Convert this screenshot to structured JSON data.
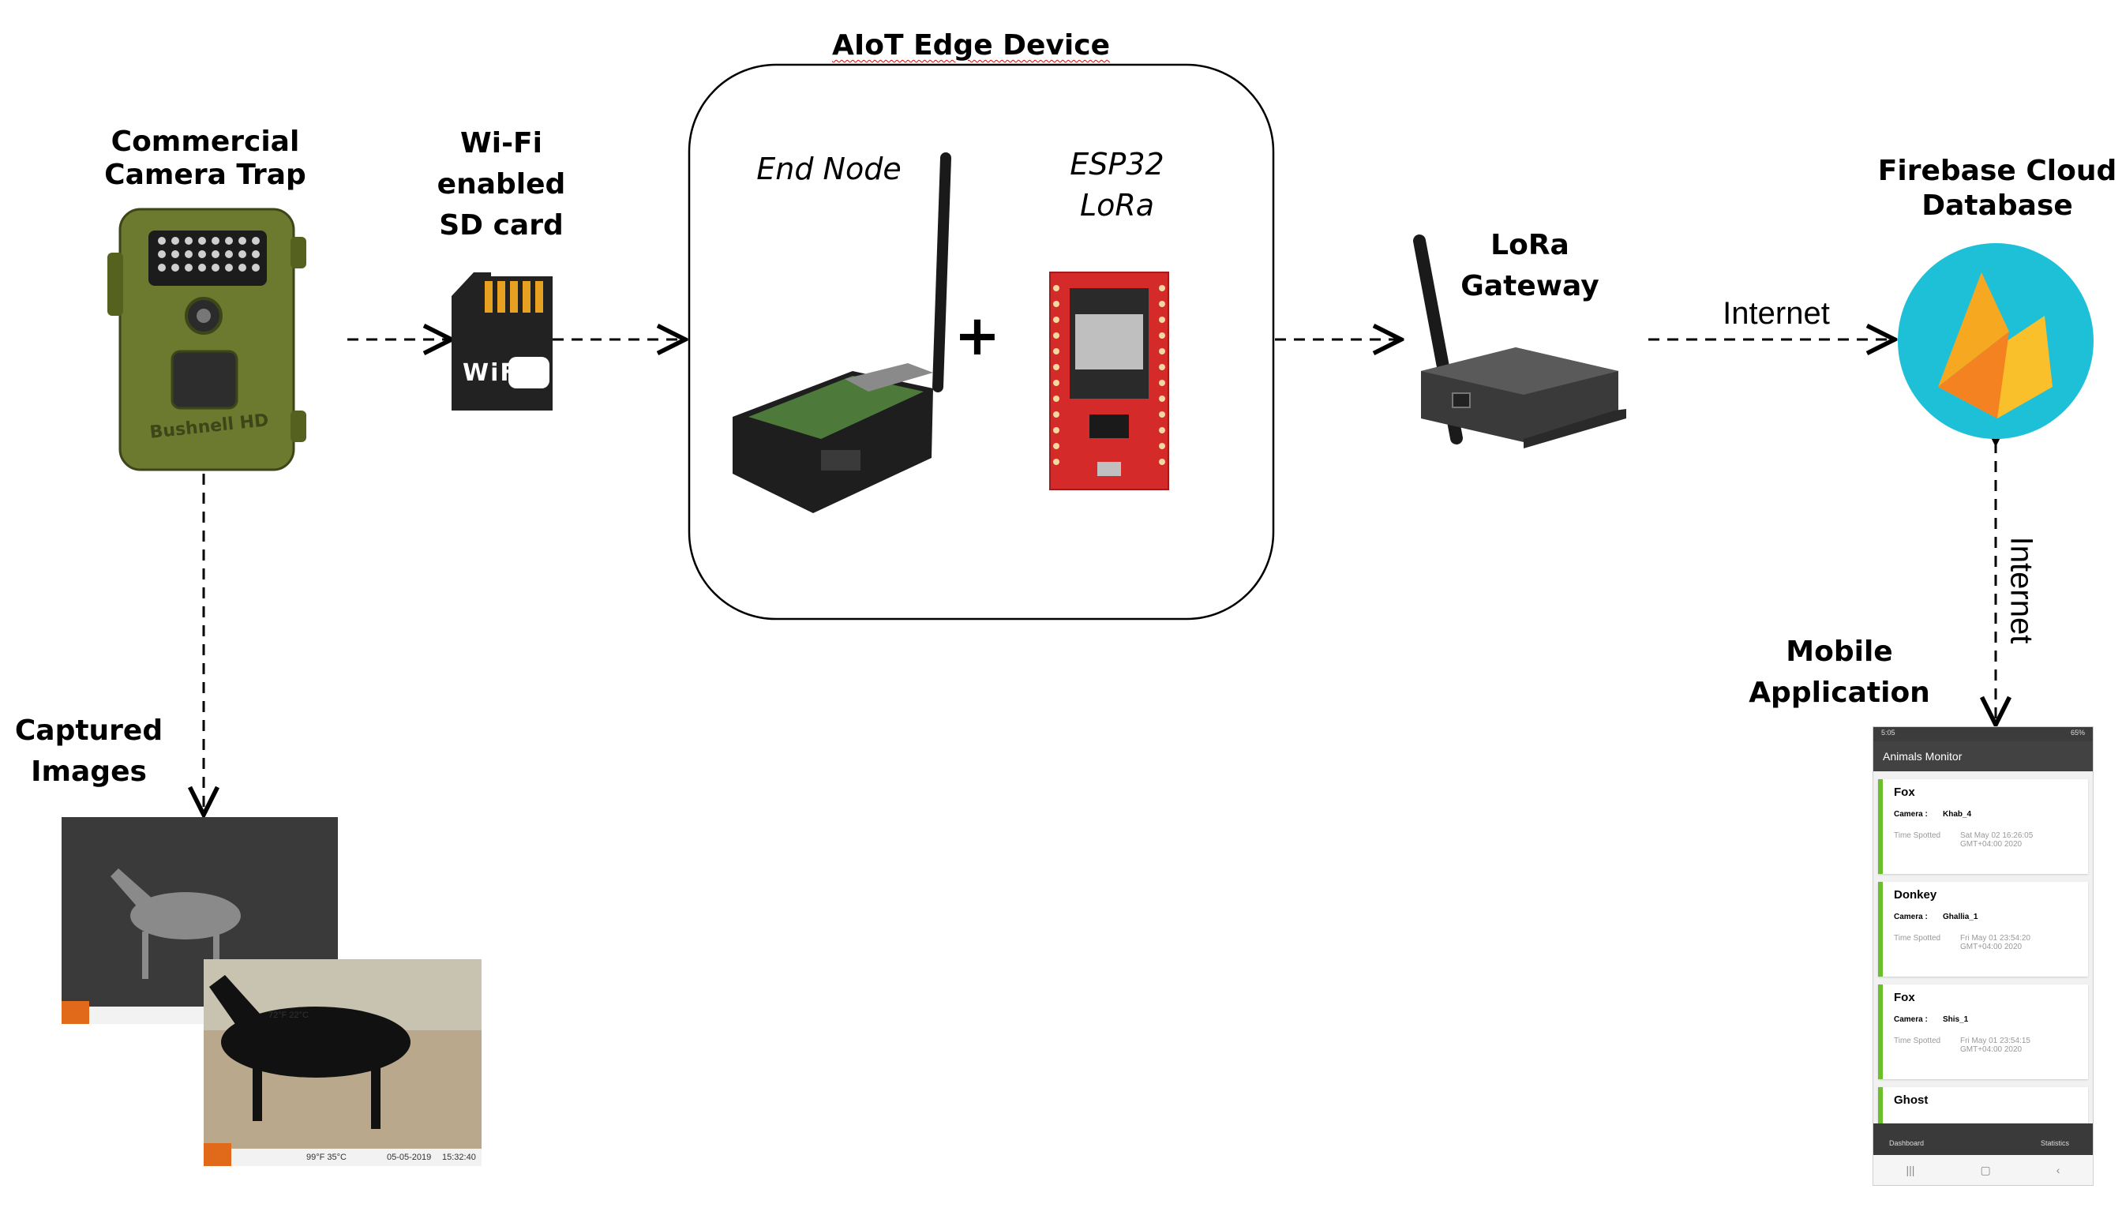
{
  "title": "AIoT Edge Device",
  "labels": {
    "camera_trap": [
      "Commercial",
      "Camera Trap"
    ],
    "sd_card": [
      "Wi-Fi",
      "enabled",
      "SD card"
    ],
    "end_node": "End Node",
    "esp32": [
      "ESP32",
      "LoRa"
    ],
    "plus": "+",
    "lora_gateway": [
      "LoRa",
      "Gateway"
    ],
    "internet_h": "Internet",
    "internet_v": "Internet",
    "firebase": [
      "Firebase Cloud",
      "Database"
    ],
    "mobile_app": [
      "Mobile",
      "Application"
    ],
    "captured_images": [
      "Captured",
      "Images"
    ],
    "camera_brand": "Bushnell HD",
    "wifi_card_text": "WiFi"
  },
  "mobile": {
    "status_time": "5:05",
    "status_right": "65%",
    "app_title": "Animals Monitor",
    "camera_key": "Camera :",
    "time_key": "Time Spotted",
    "cards": [
      {
        "name": "Fox",
        "camera": "Khab_4",
        "time1": "Sat May 02 16:26:05",
        "time2": "GMT+04:00 2020"
      },
      {
        "name": "Donkey",
        "camera": "Ghallia_1",
        "time1": "Fri May 01 23:54:20",
        "time2": "GMT+04:00 2020"
      },
      {
        "name": "Fox",
        "camera": "Shis_1",
        "time1": "Fri May 01 23:54:15",
        "time2": "GMT+04:00 2020"
      },
      {
        "name": "Ghost"
      }
    ],
    "nav_left": "Dashboard",
    "nav_right": "Statistics"
  },
  "photos": {
    "photo1_footer": "72°F 22°C",
    "photo2_footer_temp": "99°F 35°C",
    "photo2_footer_date": "05-05-2019",
    "photo2_footer_time": "15:32:40"
  },
  "colors": {
    "camera_body": "#6b7a2e",
    "sd_card": "#222222",
    "sd_contacts": "#e8a020",
    "esp_board": "#d42a2a",
    "firebase_circle": "#1ec0d8",
    "firebase_flame": "#f6a821",
    "card_accent": "#6abf2a"
  }
}
